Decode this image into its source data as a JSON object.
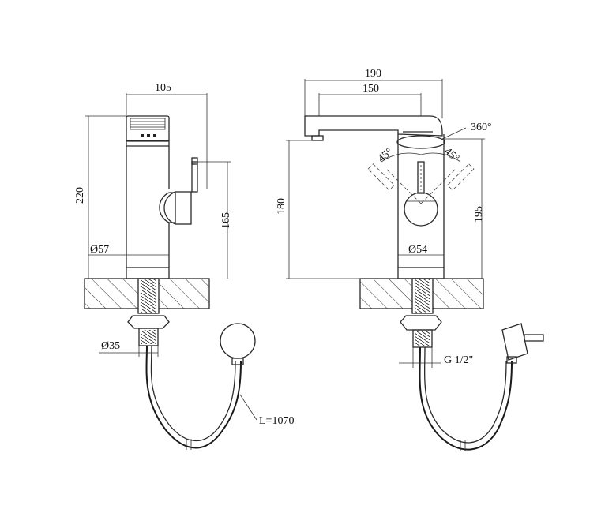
{
  "dimensions": {
    "side_width": "105",
    "side_height": "220",
    "side_handle_height": "165",
    "side_body_diameter": "Ø57",
    "side_shank_diameter": "Ø35",
    "cable_length": "L=1070",
    "front_overall_width": "190",
    "front_spout_reach": "150",
    "front_rotation": "360°",
    "front_angle_left": "45°",
    "front_angle_right": "45°",
    "front_outlet_height": "180",
    "front_total_height": "195",
    "front_body_diameter": "Ø54",
    "front_thread": "G 1/2\""
  }
}
